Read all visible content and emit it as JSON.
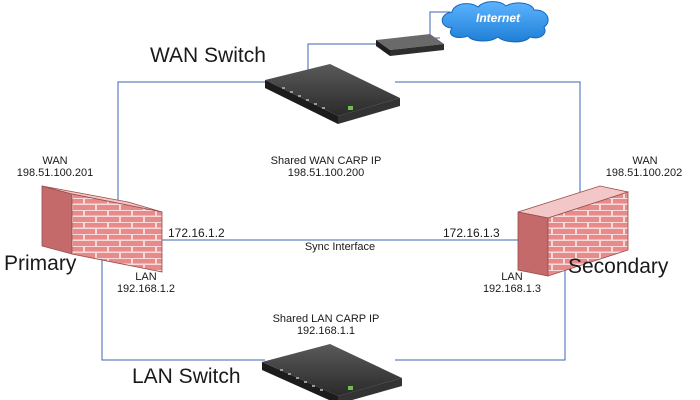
{
  "cloud": {
    "label": "Internet"
  },
  "wan_switch": {
    "label": "WAN Switch"
  },
  "lan_switch": {
    "label": "LAN Switch"
  },
  "shared_wan": {
    "title": "Shared WAN CARP IP",
    "ip": "198.51.100.200"
  },
  "shared_lan": {
    "title": "Shared LAN CARP IP",
    "ip": "192.168.1.1"
  },
  "sync": {
    "label": "Sync Interface"
  },
  "primary": {
    "label": "Primary",
    "wan_title": "WAN",
    "wan_ip": "198.51.100.201",
    "lan_title": "LAN",
    "lan_ip": "192.168.1.2",
    "sync_ip": "172.16.1.2"
  },
  "secondary": {
    "label": "Secondary",
    "wan_title": "WAN",
    "wan_ip": "198.51.100.202",
    "lan_title": "LAN",
    "lan_ip": "192.168.1.3",
    "sync_ip": "172.16.1.3"
  },
  "colors": {
    "line": "#3f66b5",
    "cloud": "#2f8ee0",
    "brick": "#e98a8a",
    "mortar": "#f6d9d9",
    "device": "#2b2b2b"
  }
}
